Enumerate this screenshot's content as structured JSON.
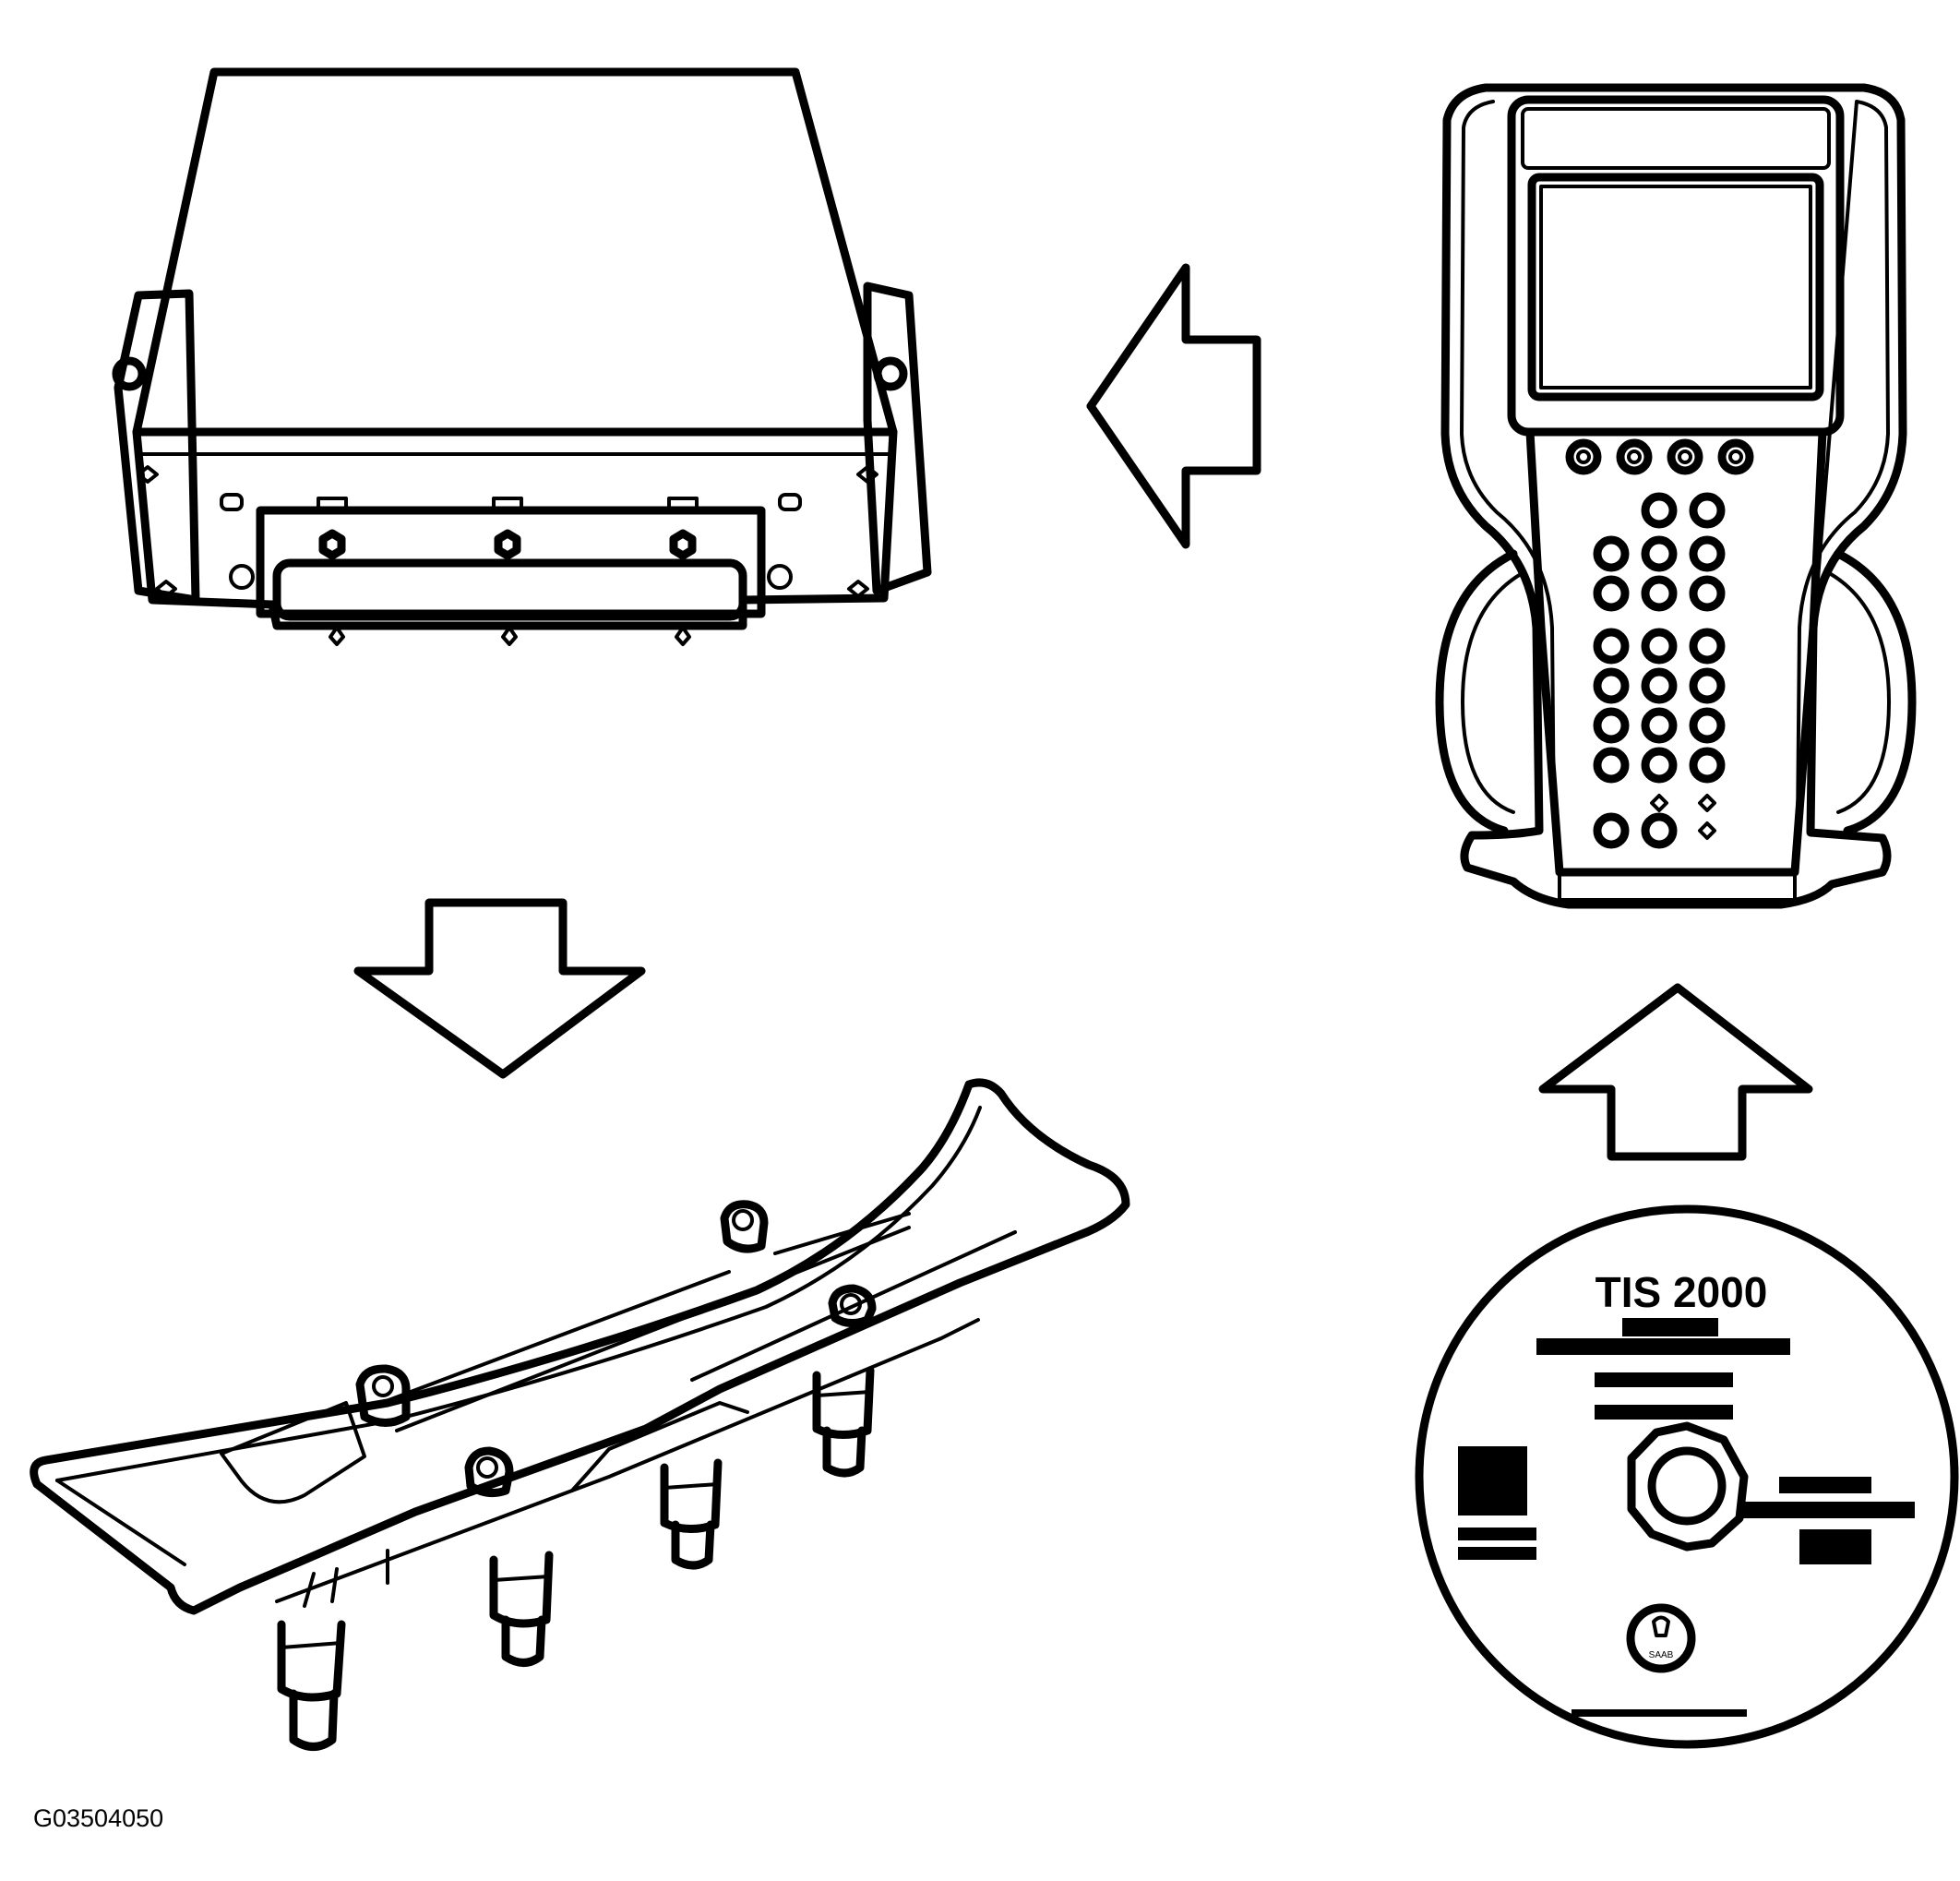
{
  "cd": {
    "title": "TIS 2000",
    "logo_text": "SAAB"
  },
  "figure_code": "G03504050",
  "icons": {
    "control_module": "control-module-icon",
    "scan_tool": "tech2-scan-tool-icon",
    "cd": "cd-disc-icon",
    "ignition_cassette": "ignition-cassette-icon",
    "arrows": [
      "arrow-left-icon",
      "arrow-up-icon",
      "arrow-down-icon"
    ]
  }
}
